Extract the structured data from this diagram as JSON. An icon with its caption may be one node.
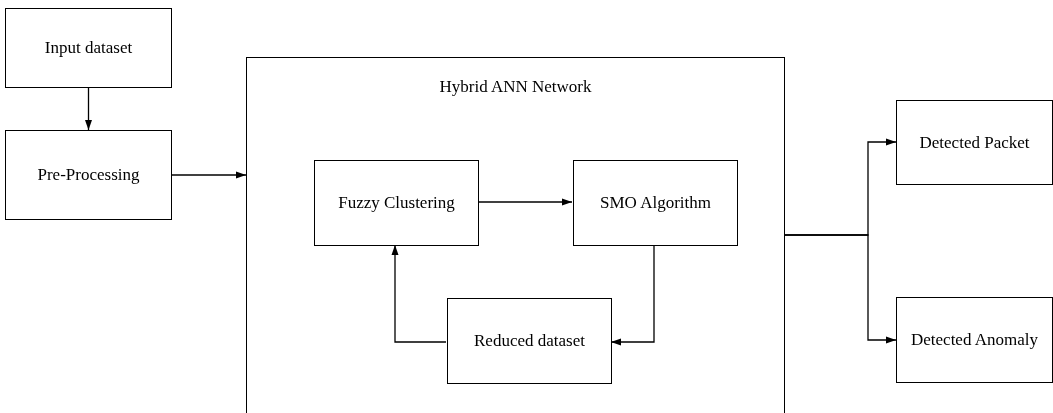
{
  "diagram": {
    "nodes": [
      {
        "text": [
          "Input dataset"
        ]
      },
      {
        "text": [
          "Pre-Processing"
        ]
      },
      {
        "text": [
          "Hybrid ANN Network"
        ]
      },
      {
        "text": [
          "Fuzzy Clustering"
        ],
        "in": 2
      },
      {
        "text": [
          "SMO Algorithm"
        ],
        "in": 2
      },
      {
        "text": [
          "Reduced dataset"
        ],
        "in": 2
      },
      {
        "text": [
          "Detected Packet"
        ]
      },
      {
        "text": [
          "Detected Anomaly"
        ]
      }
    ],
    "edges": [
      {
        "from": 0,
        "to": 1,
        "arrow": "to"
      },
      {
        "from": 1,
        "to": 2,
        "arrow": "to"
      },
      {
        "from": 3,
        "to": 4,
        "arrow": "to"
      },
      {
        "from": 4,
        "to": 5,
        "arrow": "to"
      },
      {
        "from": 5,
        "to": 3,
        "arrow": "to"
      },
      {
        "from": 2,
        "to": 6,
        "arrow": "to"
      },
      {
        "from": 2,
        "to": 7,
        "arrow": "to"
      }
    ]
  }
}
